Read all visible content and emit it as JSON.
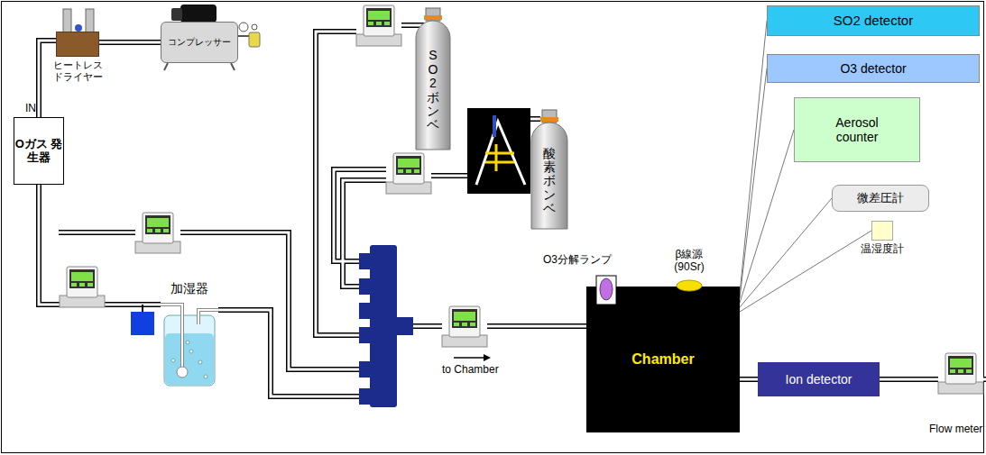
{
  "diagram": {
    "nodes": [
      {
        "text": [
          "ヒートレス ドライヤー"
        ]
      },
      {
        "text": [
          "コンプレッサー"
        ]
      },
      {
        "text": [
          "Oガス 発生器"
        ]
      },
      {
        "text": [
          "SO2 ボンベ"
        ]
      },
      {
        "text": [
          "酸素ボンベ"
        ]
      },
      {
        "text": [
          "加湿器"
        ]
      },
      {
        "text": [
          "Chamber"
        ]
      },
      {
        "text": [
          "SO2 detector"
        ]
      },
      {
        "text": [
          "O3 detector"
        ]
      },
      {
        "text": [
          "Aerosol counter"
        ]
      },
      {
        "text": [
          "微差圧計"
        ]
      },
      {
        "text": [
          "温湿度計"
        ]
      },
      {
        "text": [
          "Ion detector"
        ]
      }
    ],
    "edges": [
      {
        "from": 1,
        "to": 0,
        "arrow": "none"
      },
      {
        "from": 0,
        "to": 2,
        "arrow": "none"
      },
      {
        "from": 2,
        "to": 5,
        "arrow": "none"
      },
      {
        "from": 6,
        "to": 7,
        "arrow": "none"
      },
      {
        "from": 6,
        "to": 8,
        "arrow": "none"
      },
      {
        "from": 6,
        "to": 9,
        "arrow": "none"
      },
      {
        "from": 6,
        "to": 10,
        "arrow": "none"
      },
      {
        "from": 6,
        "to": 11,
        "arrow": "none"
      },
      {
        "from": 6,
        "to": 12,
        "arrow": "none"
      }
    ],
    "labels": [
      "IN",
      "O3分解ランプ",
      "β線源 (90Sr)",
      "to Chamber",
      "Flow meter"
    ]
  }
}
